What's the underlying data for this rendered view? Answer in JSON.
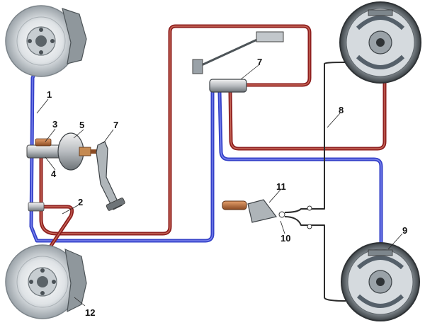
{
  "callouts": {
    "c1": "1",
    "c2": "2",
    "c3": "3",
    "c4": "4",
    "c5": "5",
    "c6": "7",
    "c7": "7",
    "c8": "8",
    "c9": "9",
    "c10": "10",
    "c11": "11",
    "c12": "12"
  },
  "colors": {
    "circuit_blue": "#3340c8",
    "circuit_red": "#8e1e1e",
    "parking_cable": "#2b2b2b",
    "disc_metal": "#d3d8dc"
  },
  "icons": {
    "front_left": "disc-brake-icon",
    "front_right": "disc-brake-icon",
    "rear_right": "drum-brake-icon",
    "rear_left": "drum-brake-icon",
    "booster": "vacuum-booster-icon",
    "brake_pedal": "brake-pedal-icon",
    "regulator": "pressure-regulator-icon",
    "handbrake": "parking-brake-lever-icon"
  }
}
